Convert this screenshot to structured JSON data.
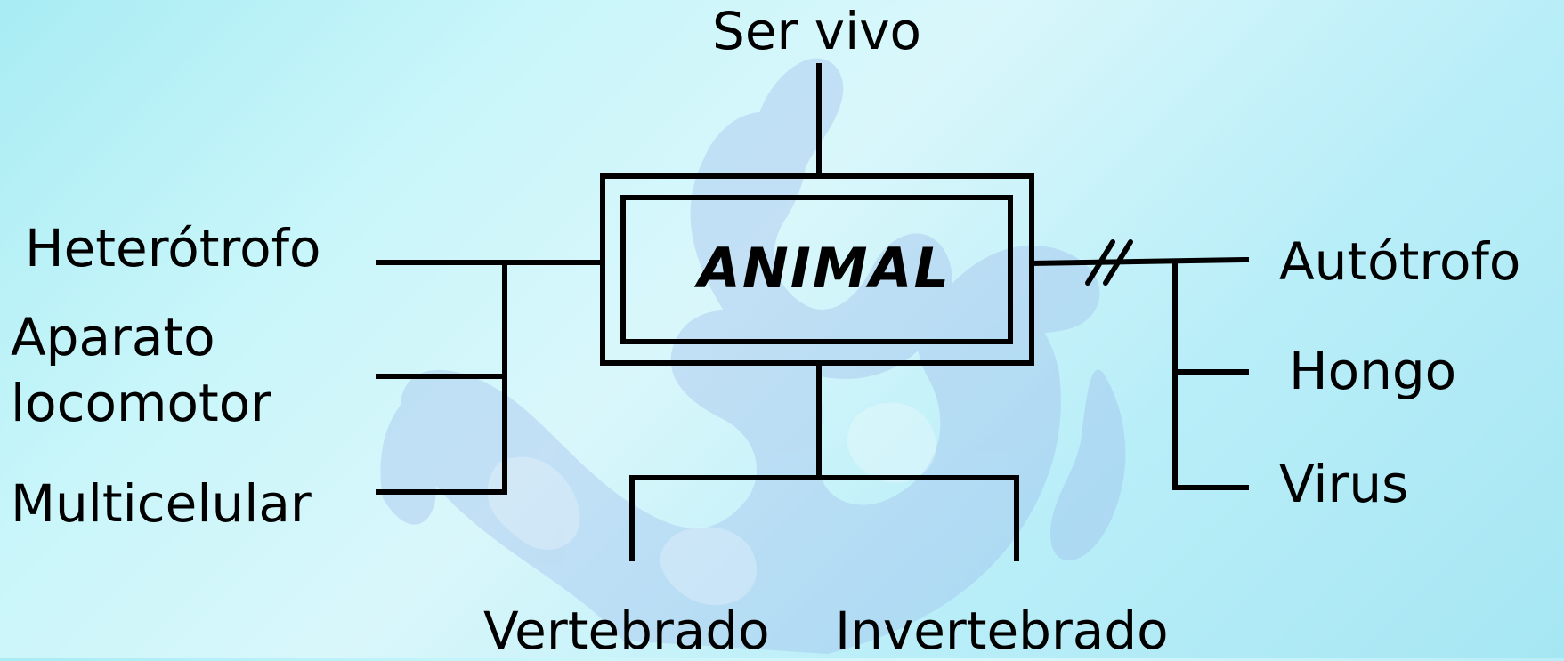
{
  "colors": {
    "background": "#bff2f8",
    "ink": "#000000",
    "watermark": "#9db7ea"
  },
  "center": {
    "title": "ANIMAL"
  },
  "top": {
    "label": "Ser vivo"
  },
  "left_branch": {
    "items": [
      {
        "label": "Heterótrofo"
      },
      {
        "label": "Aparato\nlocomotor"
      },
      {
        "label": "Multicelular"
      }
    ]
  },
  "right_branch": {
    "link_style": "broken",
    "items": [
      {
        "label": "Autótrofo"
      },
      {
        "label": "Hongo"
      },
      {
        "label": "Virus"
      }
    ]
  },
  "bottom_branch": {
    "items": [
      {
        "label": "Vertebrado"
      },
      {
        "label": "Invertebrado"
      }
    ]
  },
  "watermark": {
    "icon": "decorative-flower-watermark-icon"
  }
}
